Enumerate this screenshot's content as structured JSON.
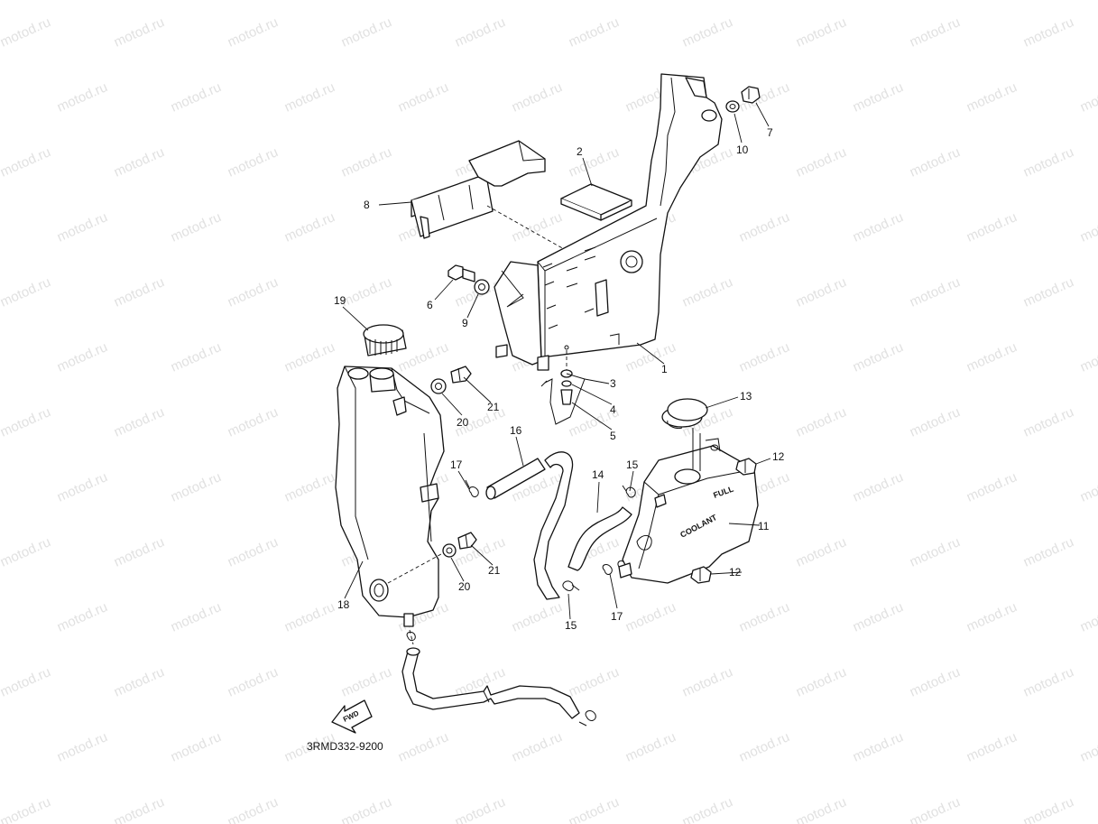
{
  "watermark": "motod.ru",
  "diagram_code": "3RMD332-9200",
  "fwd_label": "FWD",
  "stamp_full": "FULL",
  "stamp_coolant": "COOLANT",
  "callouts": {
    "c1": "1",
    "c2": "2",
    "c3": "3",
    "c4": "4",
    "c5": "5",
    "c6": "6",
    "c7": "7",
    "c8": "8",
    "c9": "9",
    "c10": "10",
    "c11": "11",
    "c12a": "12",
    "c12b": "12",
    "c13": "13",
    "c14": "14",
    "c15a": "15",
    "c15b": "15",
    "c16": "16",
    "c17a": "17",
    "c17b": "17",
    "c18": "18",
    "c19": "19",
    "c20a": "20",
    "c20b": "20",
    "c21a": "21",
    "c21b": "21"
  }
}
